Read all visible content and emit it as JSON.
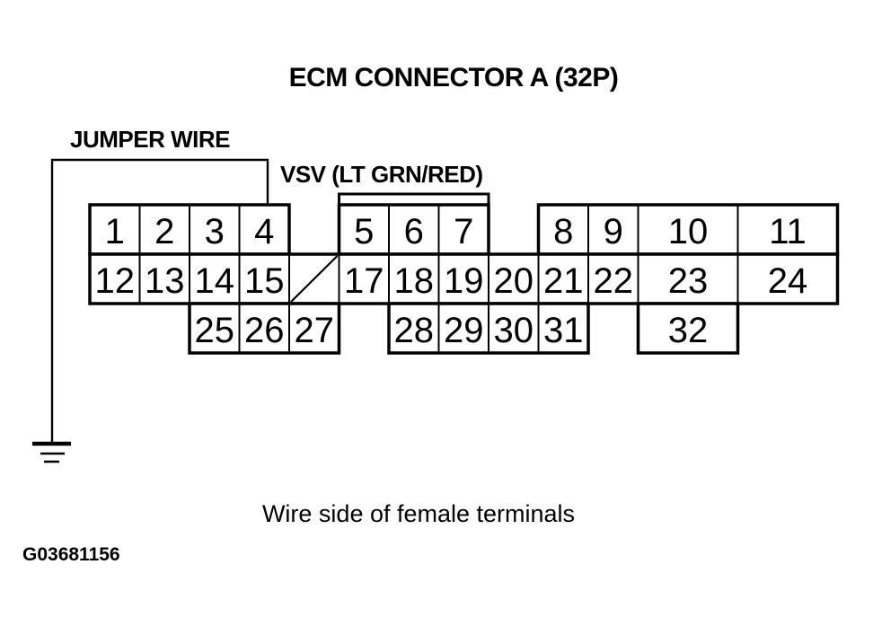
{
  "title": "ECM CONNECTOR A (32P)",
  "jumper_label": "JUMPER WIRE",
  "vsv_label": "VSV (LT GRN/RED)",
  "caption": "Wire side of female terminals",
  "figure_id": "G03681156",
  "colors": {
    "ink": "#000000",
    "paper": "#ffffff"
  },
  "connector": {
    "pin_count": 32,
    "rows": [
      {
        "cells": [
          {
            "pin": "1",
            "col": 1,
            "span": 1
          },
          {
            "pin": "2",
            "col": 2,
            "span": 1
          },
          {
            "pin": "3",
            "col": 3,
            "span": 1
          },
          {
            "pin": "4",
            "col": 4,
            "span": 1
          },
          {
            "pin": "5",
            "col": 6,
            "span": 1
          },
          {
            "pin": "6",
            "col": 7,
            "span": 1
          },
          {
            "pin": "7",
            "col": 8,
            "span": 1
          },
          {
            "pin": "8",
            "col": 10,
            "span": 1
          },
          {
            "pin": "9",
            "col": 11,
            "span": 1
          },
          {
            "pin": "10",
            "col": 12,
            "span": 2
          },
          {
            "pin": "11",
            "col": 14,
            "span": 2
          }
        ]
      },
      {
        "cells": [
          {
            "pin": "12",
            "col": 1,
            "span": 1
          },
          {
            "pin": "13",
            "col": 2,
            "span": 1
          },
          {
            "pin": "14",
            "col": 3,
            "span": 1
          },
          {
            "pin": "15",
            "col": 4,
            "span": 1
          },
          {
            "pin": "",
            "col": 5,
            "span": 1,
            "slash": true
          },
          {
            "pin": "17",
            "col": 6,
            "span": 1
          },
          {
            "pin": "18",
            "col": 7,
            "span": 1
          },
          {
            "pin": "19",
            "col": 8,
            "span": 1
          },
          {
            "pin": "20",
            "col": 9,
            "span": 1
          },
          {
            "pin": "21",
            "col": 10,
            "span": 1
          },
          {
            "pin": "22",
            "col": 11,
            "span": 1
          },
          {
            "pin": "23",
            "col": 12,
            "span": 2
          },
          {
            "pin": "24",
            "col": 14,
            "span": 2
          }
        ]
      },
      {
        "cells": [
          {
            "pin": "25",
            "col": 3,
            "span": 1
          },
          {
            "pin": "26",
            "col": 4,
            "span": 1
          },
          {
            "pin": "27",
            "col": 5,
            "span": 1
          },
          {
            "pin": "28",
            "col": 7,
            "span": 1
          },
          {
            "pin": "29",
            "col": 8,
            "span": 1
          },
          {
            "pin": "30",
            "col": 9,
            "span": 1
          },
          {
            "pin": "31",
            "col": 10,
            "span": 1
          },
          {
            "pin": "32",
            "col": 12,
            "span": 2
          }
        ]
      }
    ]
  }
}
